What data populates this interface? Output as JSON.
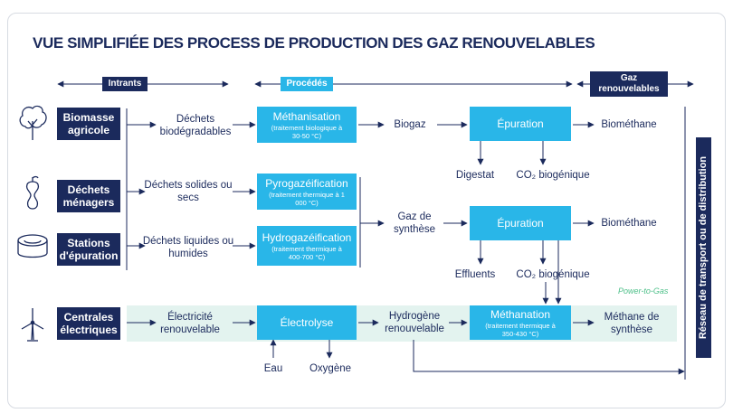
{
  "title": "VUE SIMPLIFIÉE DES PROCESS DE PRODUCTION DES GAZ RENOUVELABLES",
  "headers": {
    "intrants": "Intrants",
    "procedes": "Procédés",
    "gaz": "Gaz renouvelables"
  },
  "sources": [
    {
      "label": "Biomasse agricole"
    },
    {
      "label": "Déchets ménagers"
    },
    {
      "label": "Stations d'épuration"
    },
    {
      "label": "Centrales électriques"
    }
  ],
  "inputs": {
    "dechets_bio": "Déchets biodégradables",
    "dechets_solides": "Déchets solides ou secs",
    "dechets_liquides": "Déchets liquides ou humides",
    "electricite": "Électricité renouvelable"
  },
  "processes": {
    "methanisation": {
      "title": "Méthanisation",
      "detail": "(traitement biologique à 30-50 °C)"
    },
    "pyrogazeification": {
      "title": "Pyrogazéification",
      "detail": "(traitement thermique à 1 000 °C)"
    },
    "hydrogazeification": {
      "title": "Hydrogazéification",
      "detail": "(traitement thermique à 400-700 °C)"
    },
    "electrolyse": {
      "title": "Électrolyse"
    },
    "epuration1": {
      "title": "Épuration"
    },
    "epuration2": {
      "title": "Épuration"
    },
    "methanation": {
      "title": "Méthanation",
      "detail": "(traitement thermique à 350-430 °C)"
    }
  },
  "intermediates": {
    "biogaz": "Biogaz",
    "gaz_synthese": "Gaz de synthèse",
    "hydrogene": "Hydrogène renouvelable",
    "digestat": "Digestat",
    "co2_bio_1": "CO₂ biogénique",
    "effluents": "Effluents",
    "co2_bio_2": "CO₂ biogénique",
    "eau": "Eau",
    "oxygene": "Oxygène"
  },
  "outputs": {
    "biomethane1": "Biométhane",
    "biomethane2": "Biométhane",
    "methane_synthese": "Méthane de synthèse"
  },
  "power_to_gas": "Power-to-Gas",
  "network": "Réseau de transport ou de distribution",
  "colors": {
    "navy": "#1b2a5c",
    "cyan": "#29b6e8",
    "band": "#e3f3ef",
    "green": "#4fc08a"
  },
  "icons": [
    "tree-icon",
    "apple-core-icon",
    "sewage-tank-icon",
    "wind-turbine-icon"
  ]
}
